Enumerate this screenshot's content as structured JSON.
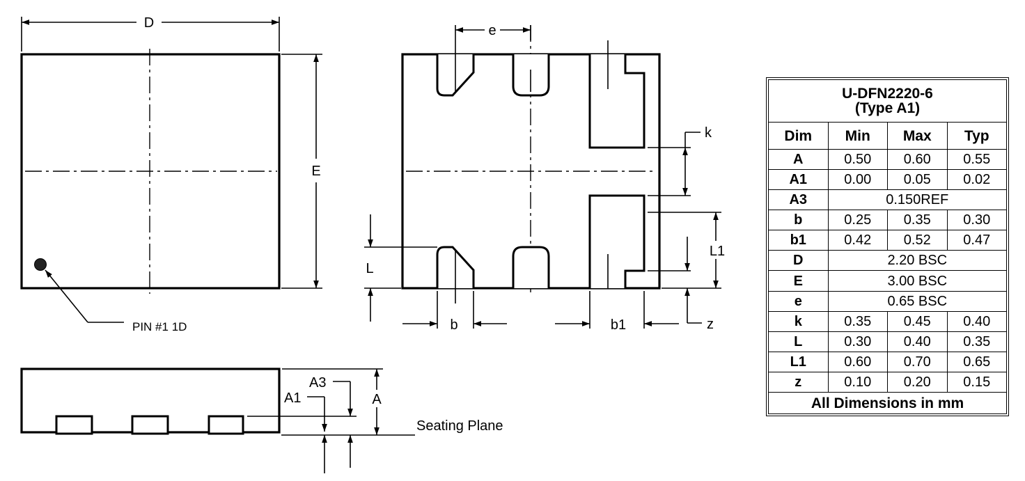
{
  "labels": {
    "D": "D",
    "E": "E",
    "e": "e",
    "k": "k",
    "L": "L",
    "L1": "L1",
    "b": "b",
    "b1": "b1",
    "z": "z",
    "A": "A",
    "A1": "A1",
    "A3": "A3",
    "pin1": "PIN #1 1D",
    "seating_plane": "Seating Plane"
  },
  "table": {
    "title_line1": "U-DFN2220-6",
    "title_line2": "(Type A1)",
    "headers": [
      "Dim",
      "Min",
      "Max",
      "Typ"
    ],
    "rows": [
      {
        "dim": "A",
        "min": "0.50",
        "max": "0.60",
        "typ": "0.55"
      },
      {
        "dim": "A1",
        "min": "0.00",
        "max": "0.05",
        "typ": "0.02"
      },
      {
        "dim": "A3",
        "span": "0.150REF"
      },
      {
        "dim": "b",
        "min": "0.25",
        "max": "0.35",
        "typ": "0.30"
      },
      {
        "dim": "b1",
        "min": "0.42",
        "max": "0.52",
        "typ": "0.47"
      },
      {
        "dim": "D",
        "span": "2.20 BSC"
      },
      {
        "dim": "E",
        "span": "3.00 BSC"
      },
      {
        "dim": "e",
        "span": "0.65 BSC"
      },
      {
        "dim": "k",
        "min": "0.35",
        "max": "0.45",
        "typ": "0.40"
      },
      {
        "dim": "L",
        "min": "0.30",
        "max": "0.40",
        "typ": "0.35"
      },
      {
        "dim": "L1",
        "min": "0.60",
        "max": "0.70",
        "typ": "0.65"
      },
      {
        "dim": "z",
        "min": "0.10",
        "max": "0.20",
        "typ": "0.15"
      }
    ],
    "footer": "All Dimensions in mm"
  }
}
